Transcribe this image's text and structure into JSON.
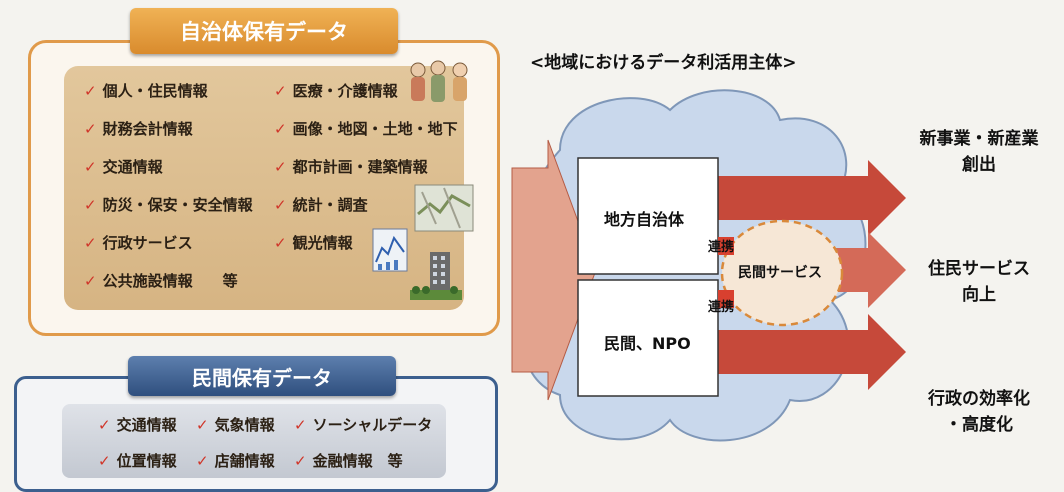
{
  "municipal_panel": {
    "title": "自治体保有データ",
    "items_left": [
      "個人・住民情報",
      "財務会計情報",
      "交通情報",
      "防災・保安・安全情報",
      "行政サービス",
      "公共施設情報　　等"
    ],
    "items_right": [
      "医療・介護情報",
      "画像・地図・土地・地下",
      "都市計画・建築情報",
      "統計・調査",
      "観光情報"
    ]
  },
  "private_panel": {
    "title": "民間保有データ",
    "row1": [
      "交通情報",
      "気象情報",
      "ソーシャルデータ"
    ],
    "row2": [
      "位置情報",
      "店舗情報",
      "金融情報　等"
    ]
  },
  "diagram": {
    "title": "<地域におけるデータ利活用主体>",
    "box_municipality": "地方自治体",
    "box_private": "民間、NPO",
    "cooperation_top": "連携",
    "cooperation_bottom": "連携",
    "private_service": "民間サービス",
    "outcome1_line1": "新事業・新産業",
    "outcome1_line2": "創出",
    "outcome2_line1": "住民サービス",
    "outcome2_line2": "向上",
    "outcome3_line1": "行政の効率化",
    "outcome3_line2": "・高度化"
  },
  "colors": {
    "orange_border": "#e09a4a",
    "navy_border": "#3c5f8e",
    "arrow_red": "#c6493a",
    "check_red": "#d0362a",
    "cloud": "#c9d8ec"
  },
  "icons": [
    "people-illustration-icon",
    "map-illustration-icon",
    "line-chart-icon",
    "building-icon",
    "check-icon"
  ]
}
